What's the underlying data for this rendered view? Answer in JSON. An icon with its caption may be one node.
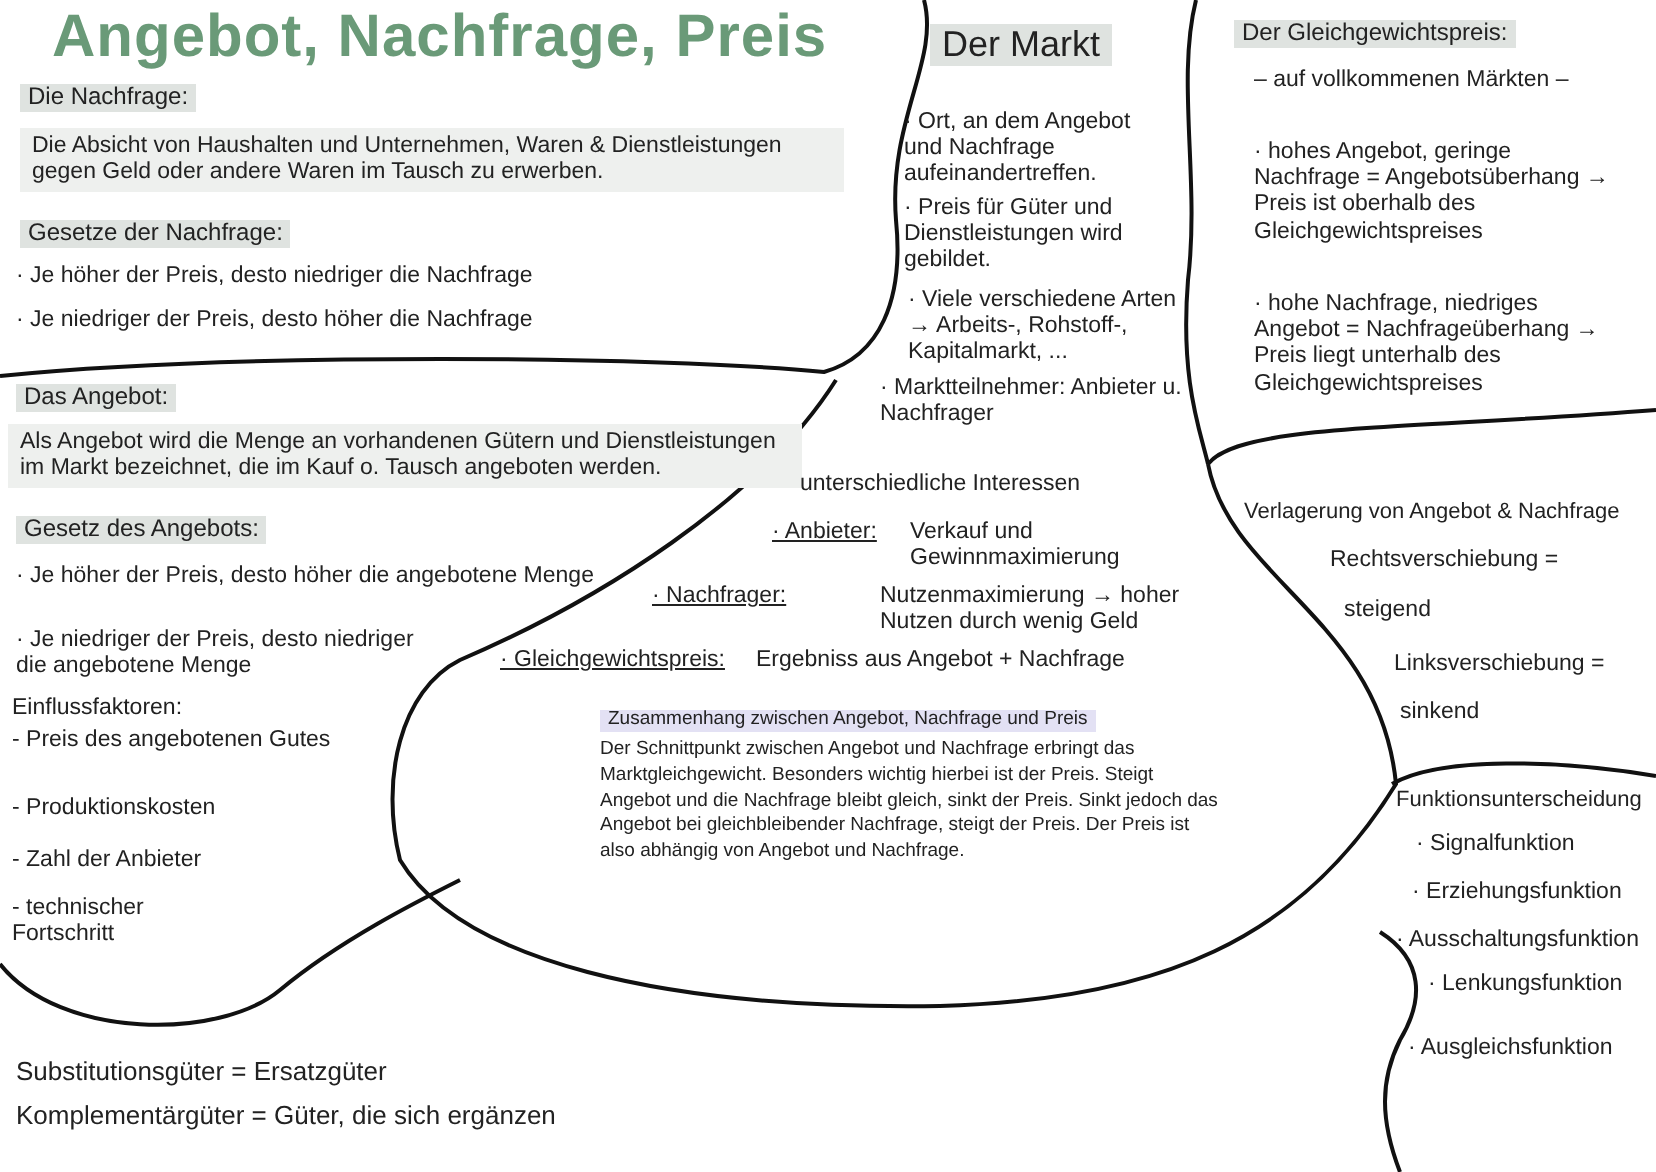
{
  "diagram": {
    "title": "Angebot, Nachfrage, Preis",
    "nodes": [
      {
        "text": [
          "Die Nachfrage:",
          "Die Absicht von Haushalten und Unternehmen, Waren & Dienstleistungen gegen Geld oder andere Waren im Tausch zu erwerben.",
          "Gesetze der Nachfrage:",
          "· Je höher der Preis, desto niedriger die Nachfrage",
          "· Je niedriger der Preis, desto höher die Nachfrage"
        ]
      },
      {
        "text": [
          "Das Angebot:",
          "Als Angebot wird die Menge an vorhandenen Gütern und Dienstleistungen im Markt bezeichnet, die im Kauf o. Tausch angeboten werden.",
          "Gesetz des Angebots:",
          "· Je höher der Preis, desto höher die angebotene Menge",
          "· Je niedriger der Preis, desto niedriger die angebotene Menge",
          "Einflussfaktoren:",
          "- Preis des angebotenen Gutes",
          "- Produktionskosten",
          "- Zahl der Anbieter",
          "- technischer Fortschritt"
        ]
      },
      {
        "text": [
          "Der Markt",
          "· Ort, an dem Angebot und Nachfrage aufeinandertreffen.",
          "· Preis für Güter und Dienstleistungen wird gebildet."
        ]
      },
      {
        "text": [
          "· Viele verschiedene Arten → Arbeits-, Rohstoff-, Kapitalmarkt, ..."
        ]
      },
      {
        "text": [
          "· Marktteilnehmer: Anbieter u. Nachfrager"
        ]
      },
      {
        "text": [
          "unterschiedliche Interessen",
          "· Anbieter:",
          "Verkauf und Gewinnmaximierung",
          "· Nachfrager:",
          "Nutzenmaximierung → hoher Nutzen durch wenig Geld",
          "· Gleichgewichtspreis:",
          "Ergebniss aus Angebot + Nachfrage"
        ]
      },
      {
        "text": [
          "Zusammenhang zwischen Angebot, Nachfrage und Preis",
          "Der Schnittpunkt zwischen Angebot und Nachfrage erbringt das Marktgleichgewicht. Besonders wichtig hierbei ist der Preis. Steigt Angebot und die Nachfrage bleibt gleich, sinkt der Preis. Sinkt jedoch das Angebot bei gleichbleibender Nachfrage, steigt der Preis. Der Preis ist also abhängig von Angebot und Nachfrage."
        ],
        "in": 5
      },
      {
        "text": [
          "Der Gleichgewichtspreis:",
          "– auf vollkommenen Märkten –",
          "· hohes Angebot, geringe Nachfrage = Angebotsüberhang → Preis ist oberhalb des Gleichgewichtspreises"
        ]
      },
      {
        "text": [
          "· hohe Nachfrage, niedriges Angebot = Nachfrageüberhang → Preis liegt unterhalb des Gleichgewichtspreises"
        ]
      },
      {
        "text": [
          "Verlagerung von Angebot & Nachfrage",
          "Rechtsverschiebung =",
          "steigend",
          "Linksverschiebung =",
          "sinkend"
        ]
      },
      {
        "text": [
          "Funktionsunterscheidung",
          "· Signalfunktion",
          "· Erziehungsfunktion",
          "· Ausschaltungsfunktion",
          "· Lenkungsfunktion",
          "· Ausgleichsfunktion"
        ]
      }
    ],
    "labels": [
      "Substitutionsgüter = Ersatzgüter",
      "Komplementärgüter = Güter, die sich ergänzen"
    ]
  }
}
